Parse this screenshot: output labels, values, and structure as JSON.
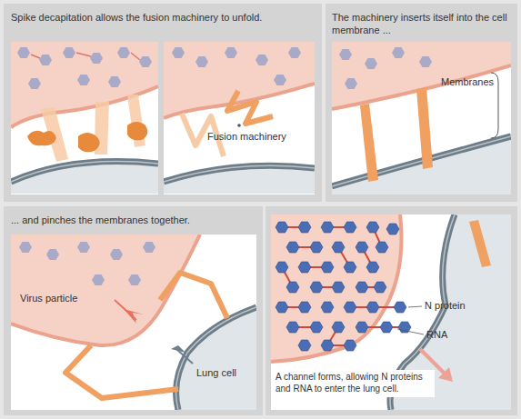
{
  "diagram": {
    "nodes": [
      {
        "text": [
          "Spike decapitation allows the fusion machinery to unfold."
        ]
      },
      {
        "text": [
          "The machinery inserts itself into the cell membrane ..."
        ]
      },
      {
        "text": [
          "... and pinches the membranes together."
        ]
      },
      {
        "text": [
          "A channel forms, allowing N proteins and RNA to enter the lung cell."
        ]
      }
    ],
    "labels": [
      "Fusion machinery",
      "Membranes",
      "Virus particle",
      "Lung cell",
      "N protein",
      "RNA"
    ]
  }
}
